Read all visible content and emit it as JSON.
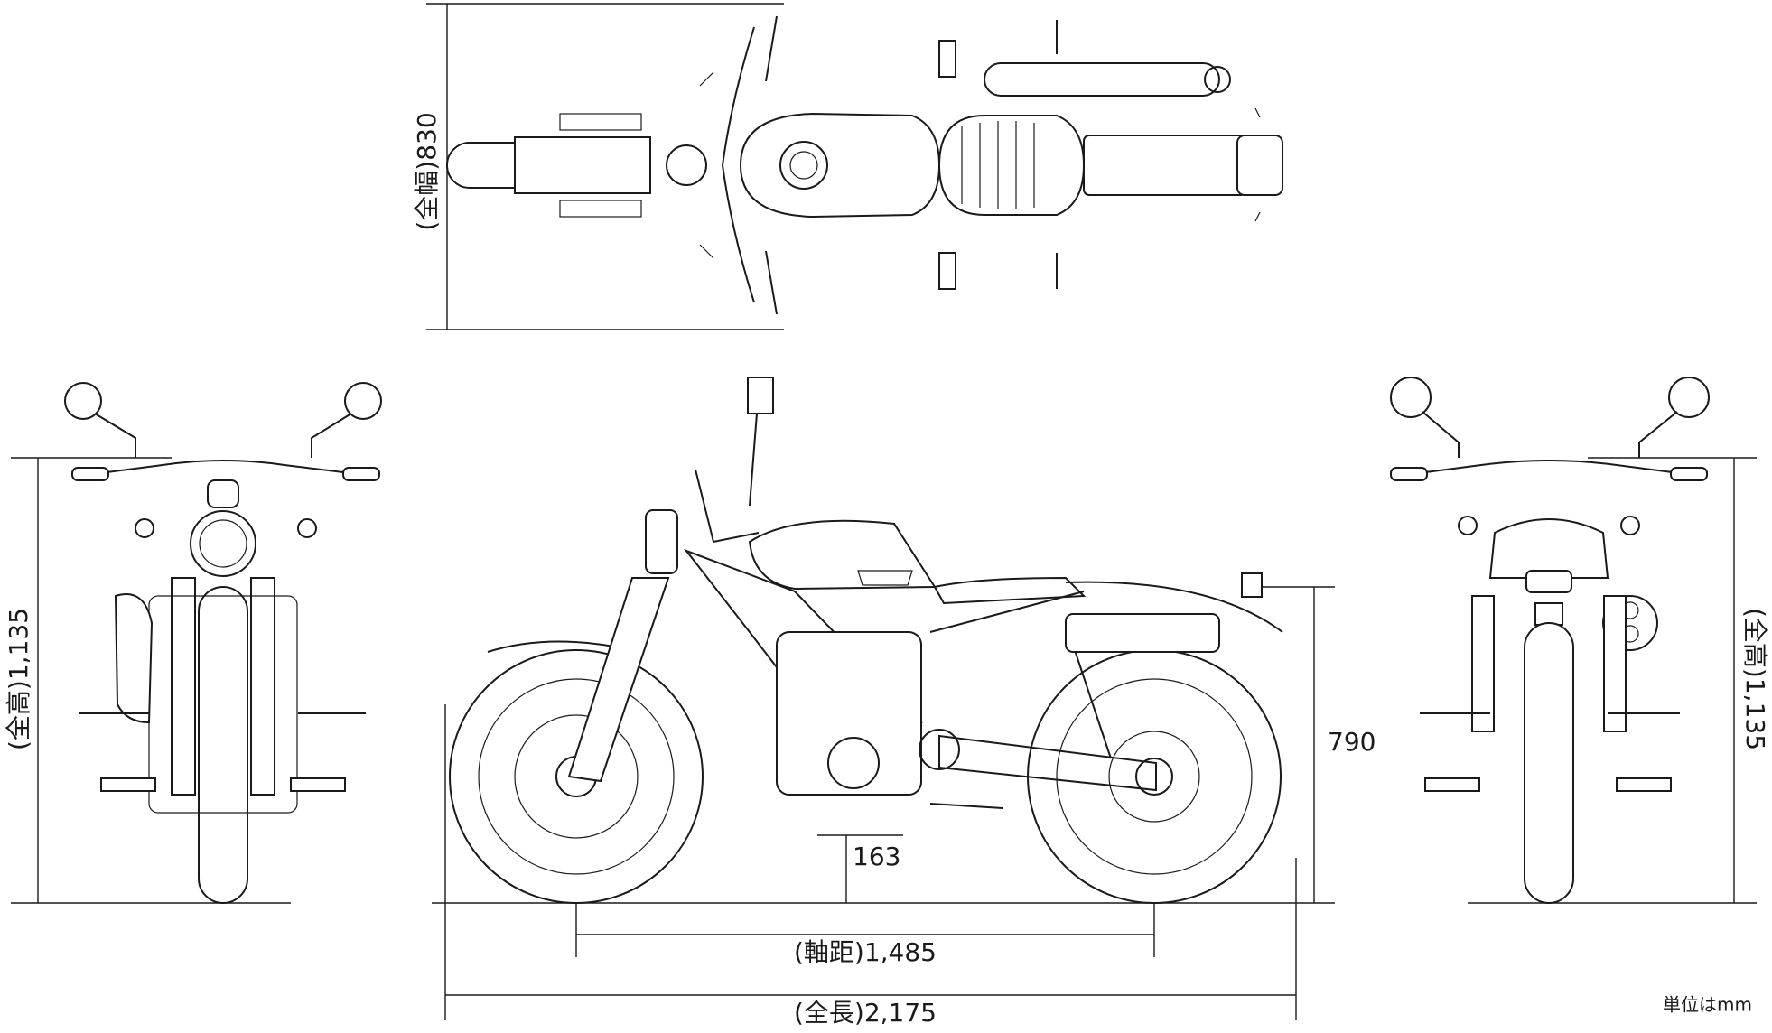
{
  "dimensions": {
    "overall_width": "(全幅)830",
    "overall_height_front": "(全高)1,135",
    "overall_height_rear": "(全高)1,135",
    "seat_height": "790",
    "ground_clearance": "163",
    "wheelbase": "(軸距)1,485",
    "overall_length": "(全長)2,175"
  },
  "unit_note": "単位はmm",
  "colors": {
    "line": "#1a1a1a",
    "background": "#ffffff"
  }
}
